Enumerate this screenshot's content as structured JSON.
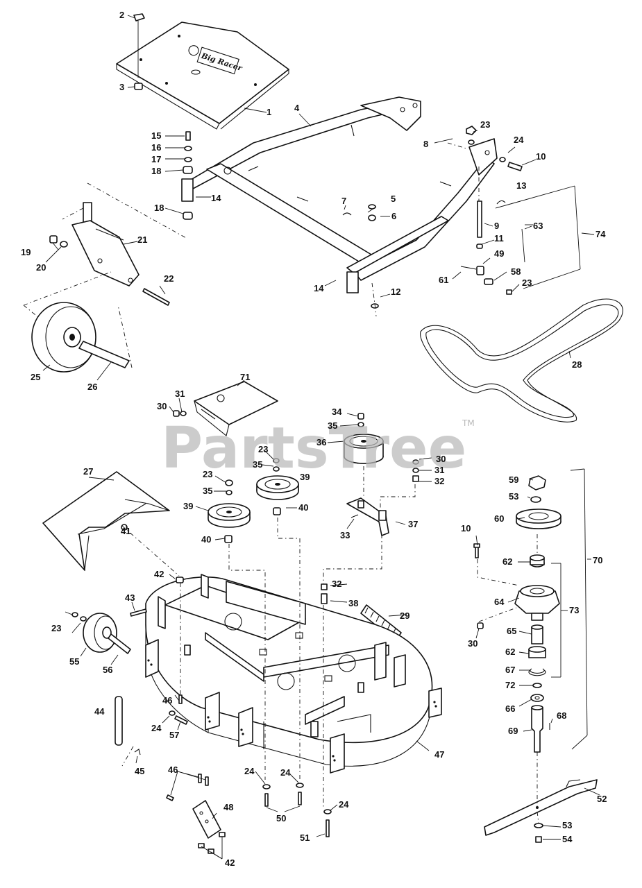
{
  "watermark": {
    "brand": "PartsTree",
    "trademark": "TM"
  },
  "deck_logo": "Big Racer",
  "callouts": [
    "1",
    "2",
    "3",
    "4",
    "5",
    "6",
    "7",
    "8",
    "9",
    "10",
    "11",
    "12",
    "13",
    "14",
    "15",
    "16",
    "17",
    "18",
    "19",
    "20",
    "21",
    "22",
    "23",
    "24",
    "25",
    "26",
    "27",
    "28",
    "29",
    "30",
    "31",
    "32",
    "33",
    "34",
    "35",
    "36",
    "37",
    "38",
    "39",
    "40",
    "41",
    "42",
    "43",
    "44",
    "45",
    "46",
    "47",
    "48",
    "49",
    "50",
    "51",
    "52",
    "53",
    "54",
    "55",
    "56",
    "57",
    "58",
    "59",
    "60",
    "61",
    "62",
    "63",
    "64",
    "65",
    "66",
    "67",
    "68",
    "69",
    "70",
    "71",
    "72",
    "73",
    "74"
  ]
}
